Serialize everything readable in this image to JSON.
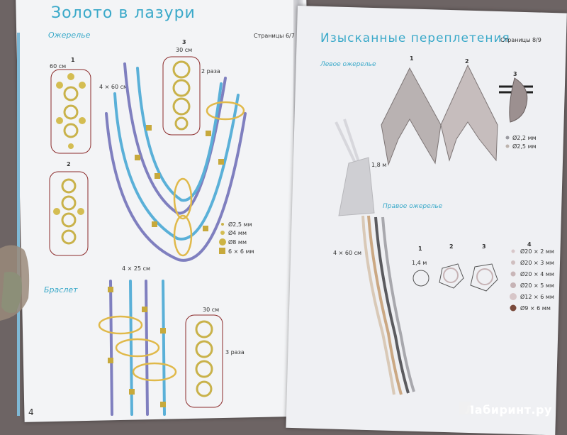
{
  "left_page": {
    "title": "Золото в лазури",
    "section_necklace": "Ожерелье",
    "pages_ref": "Страницы 6/7",
    "step1_num": "1",
    "step1_len": "60 см",
    "step2_num": "2",
    "step3_num": "3",
    "step3_len": "30 см",
    "step3_repeat": "2 раза",
    "strands_label": "4 × 60 см",
    "legend": [
      {
        "label": "Ø2,5 мм",
        "color": "#c9b24a"
      },
      {
        "label": "Ø4 мм",
        "color": "#d4bd52"
      },
      {
        "label": "Ø8 мм",
        "color": "#cdb445"
      },
      {
        "label": "6 × 6 мм",
        "color": "#c7a93c"
      }
    ],
    "section_bracelet": "Браслет",
    "bracelet_strands": "4 × 25 см",
    "bracelet_len": "30 см",
    "bracelet_repeat": "3 раза",
    "page_number": "4"
  },
  "right_page": {
    "title": "Изысканные переплетения",
    "pages_ref": "Страницы 8/9",
    "section_left": "Левое ожерелье",
    "step1_num": "1",
    "step2_num": "2",
    "step3_num": "3",
    "thread_len": "1,8 м",
    "legend_top": [
      {
        "label": "Ø2,2 мм",
        "color": "#9a9aa0"
      },
      {
        "label": "Ø2,5 мм",
        "color": "#bdb3ad"
      }
    ],
    "section_right": "Правое ожерелье",
    "strands_label": "4 × 60 см",
    "r_step1_num": "1",
    "r_step1_len": "1,4 м",
    "r_step2_num": "2",
    "r_step3_num": "3",
    "r_step4_num": "4",
    "legend_bottom": [
      {
        "label": "Ø20 × 2 мм",
        "color": "#d8c7c9"
      },
      {
        "label": "Ø20 × 3 мм",
        "color": "#d0bfc0"
      },
      {
        "label": "Ø20 × 4 мм",
        "color": "#c9b6b8"
      },
      {
        "label": "Ø20 × 5 мм",
        "color": "#c6b3b5"
      },
      {
        "label": "Ø12 × 6 мм",
        "color": "#d7c6c8"
      },
      {
        "label": "Ø9 × 6 мм",
        "color": "#7a4a3c"
      }
    ]
  },
  "watermark": "Лабиринт.ру"
}
